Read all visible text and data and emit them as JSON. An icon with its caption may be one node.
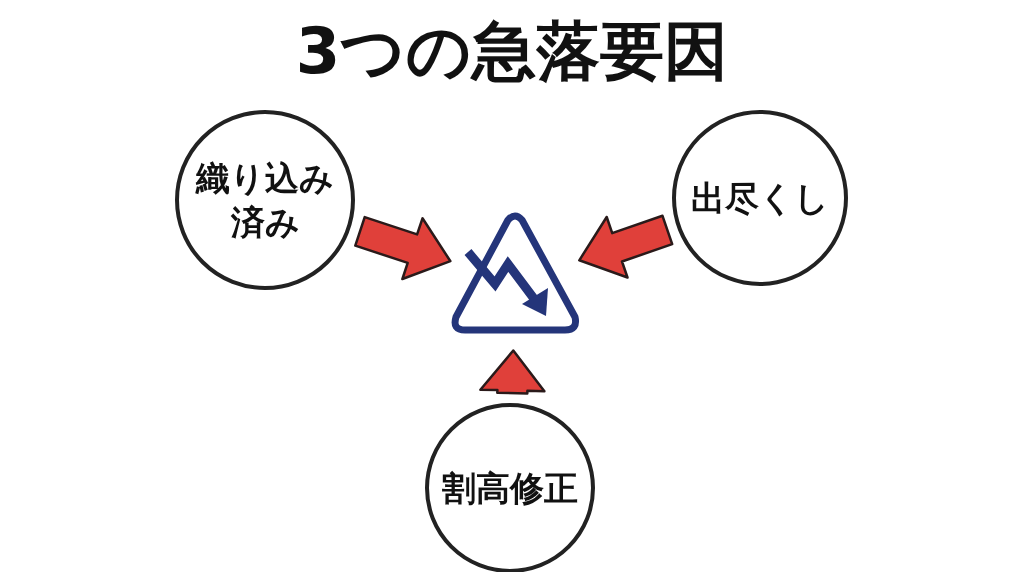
{
  "diagram": {
    "title": "3つの急落要因",
    "nodes": [
      {
        "text": [
          "織り込み済み"
        ]
      },
      {
        "text": [
          "出尽くし"
        ]
      },
      {
        "text": [],
        "shape": "picture"
      },
      {
        "text": [
          "割高修正"
        ]
      }
    ],
    "edges": [
      {
        "from": 0,
        "to": 2,
        "arrow": "to"
      },
      {
        "from": 1,
        "to": 2,
        "arrow": "to"
      },
      {
        "from": 3,
        "to": 2,
        "arrow": "to"
      }
    ]
  }
}
